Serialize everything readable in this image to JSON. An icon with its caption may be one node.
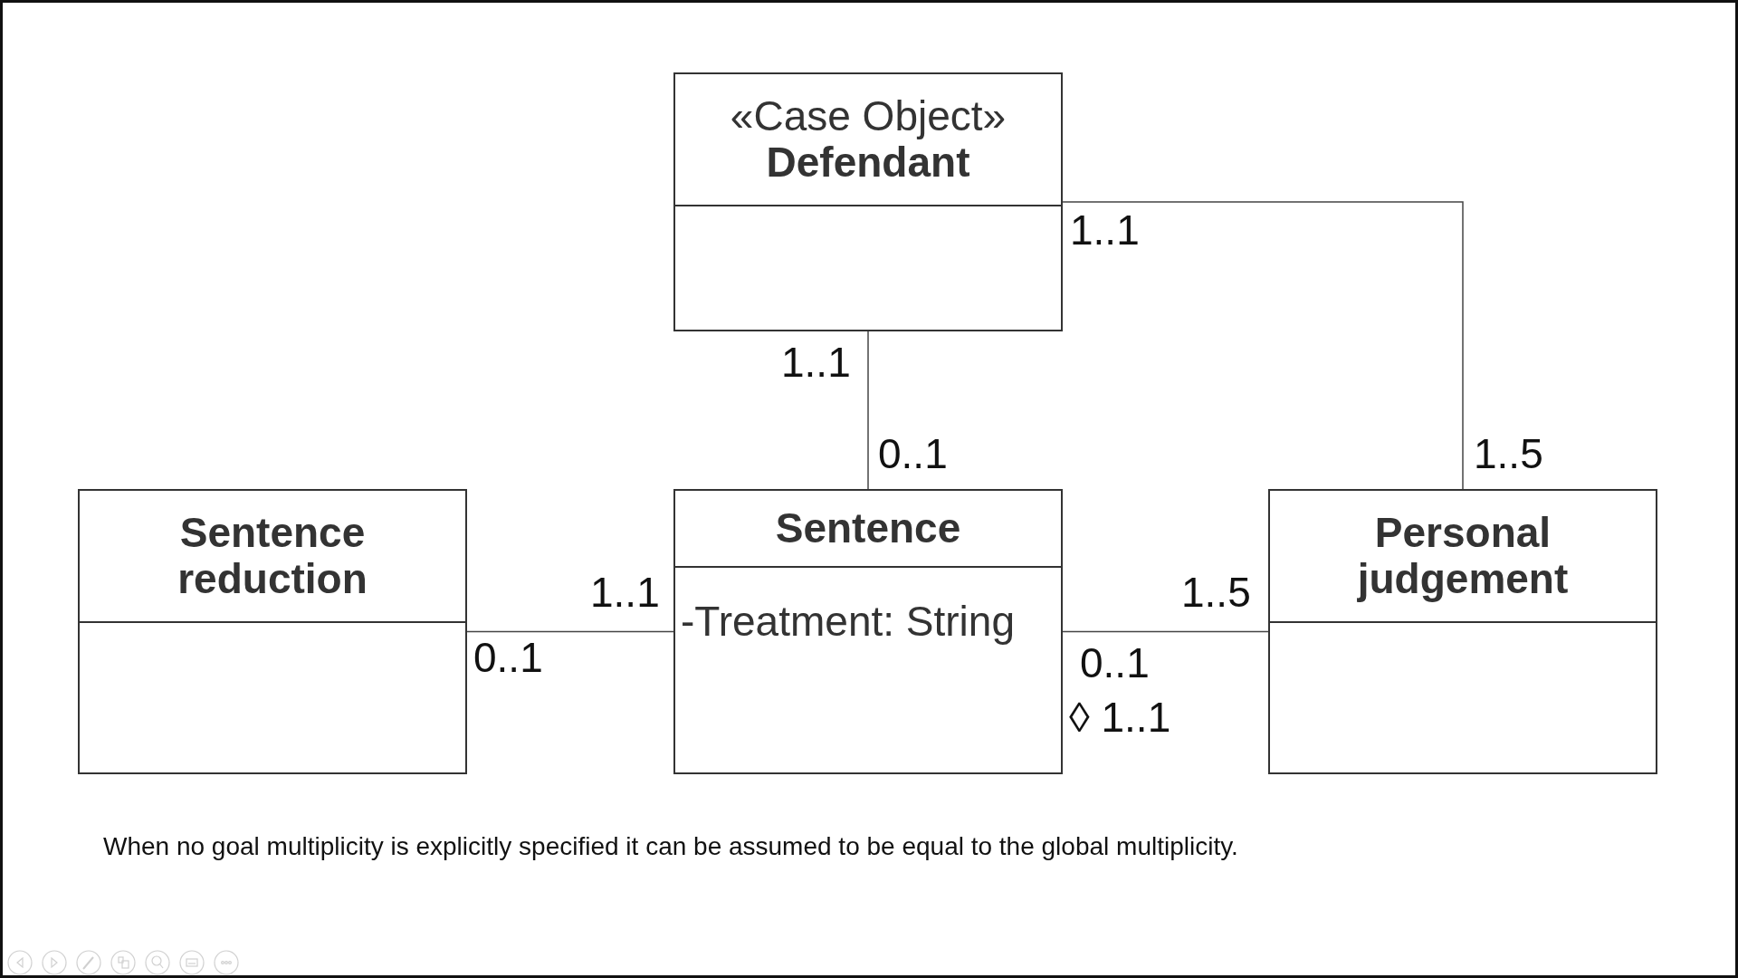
{
  "diagram": {
    "nodes": [
      {
        "text": [
          "«Case Object»",
          "Defendant"
        ]
      },
      {
        "text": [
          "Sentence reduction"
        ]
      },
      {
        "text": [
          "Sentence",
          "-Treatment: String"
        ]
      },
      {
        "text": [
          "Personal judgement"
        ]
      }
    ],
    "edges": [
      {
        "from": 0,
        "to": 2,
        "arrow": "none"
      },
      {
        "from": 0,
        "to": 3,
        "arrow": "none"
      },
      {
        "from": 1,
        "to": 2,
        "arrow": "none"
      },
      {
        "from": 2,
        "to": 3,
        "arrow": "none"
      }
    ],
    "labels": [
      "1..1",
      "1..1",
      "0..1",
      "1..5",
      "1..1",
      "0..1",
      "1..5",
      "0..1",
      "◊ 1..1",
      "When no goal multiplicity is explicitly specified it can be assumed to be equal to the global multiplicity."
    ]
  }
}
